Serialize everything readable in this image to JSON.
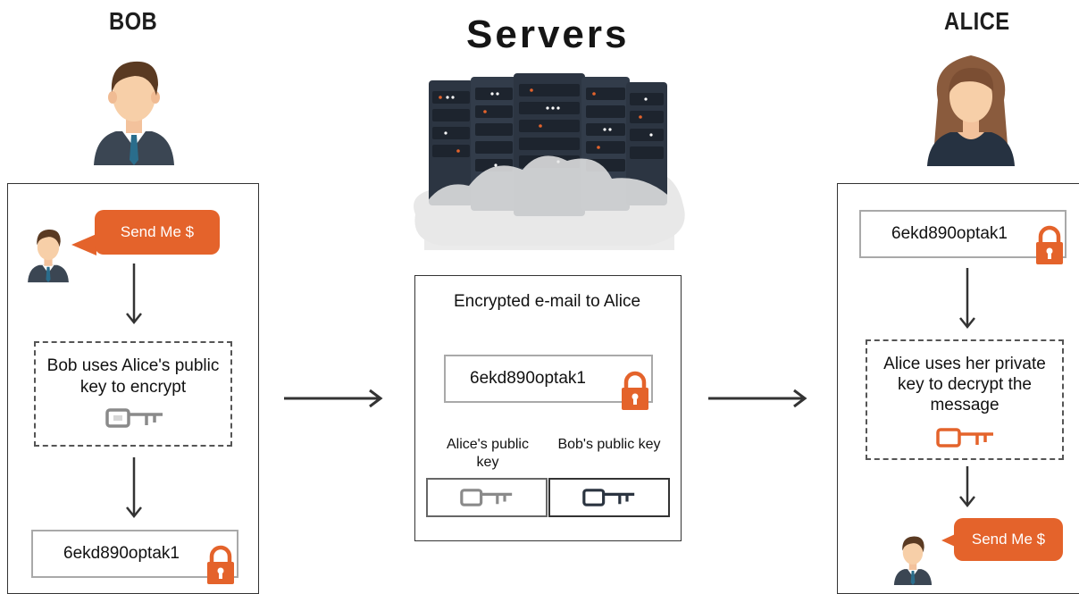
{
  "bob": {
    "heading": "BOB",
    "bubble": "Send Me $",
    "step_text": "Bob uses Alice's public key to encrypt",
    "cipher": "6ekd890optak1"
  },
  "servers": {
    "heading": "Servers",
    "box_title": "Encrypted e-mail to Alice",
    "cipher": "6ekd890optak1",
    "alice_key_label": "Alice's public key",
    "bob_key_label": "Bob's public key"
  },
  "alice": {
    "heading": "ALICE",
    "cipher": "6ekd890optak1",
    "step_text": "Alice uses her private key to decrypt the message",
    "bubble": "Send Me $"
  },
  "colors": {
    "accent": "#e4632b",
    "server_rack": "#2c3542",
    "key_grey": "#8a8a8a",
    "key_dark": "#2b3440"
  },
  "icons": [
    "man-avatar-icon",
    "woman-avatar-icon",
    "server-rack-icon",
    "padlock-icon",
    "key-icon",
    "arrow-icon"
  ]
}
